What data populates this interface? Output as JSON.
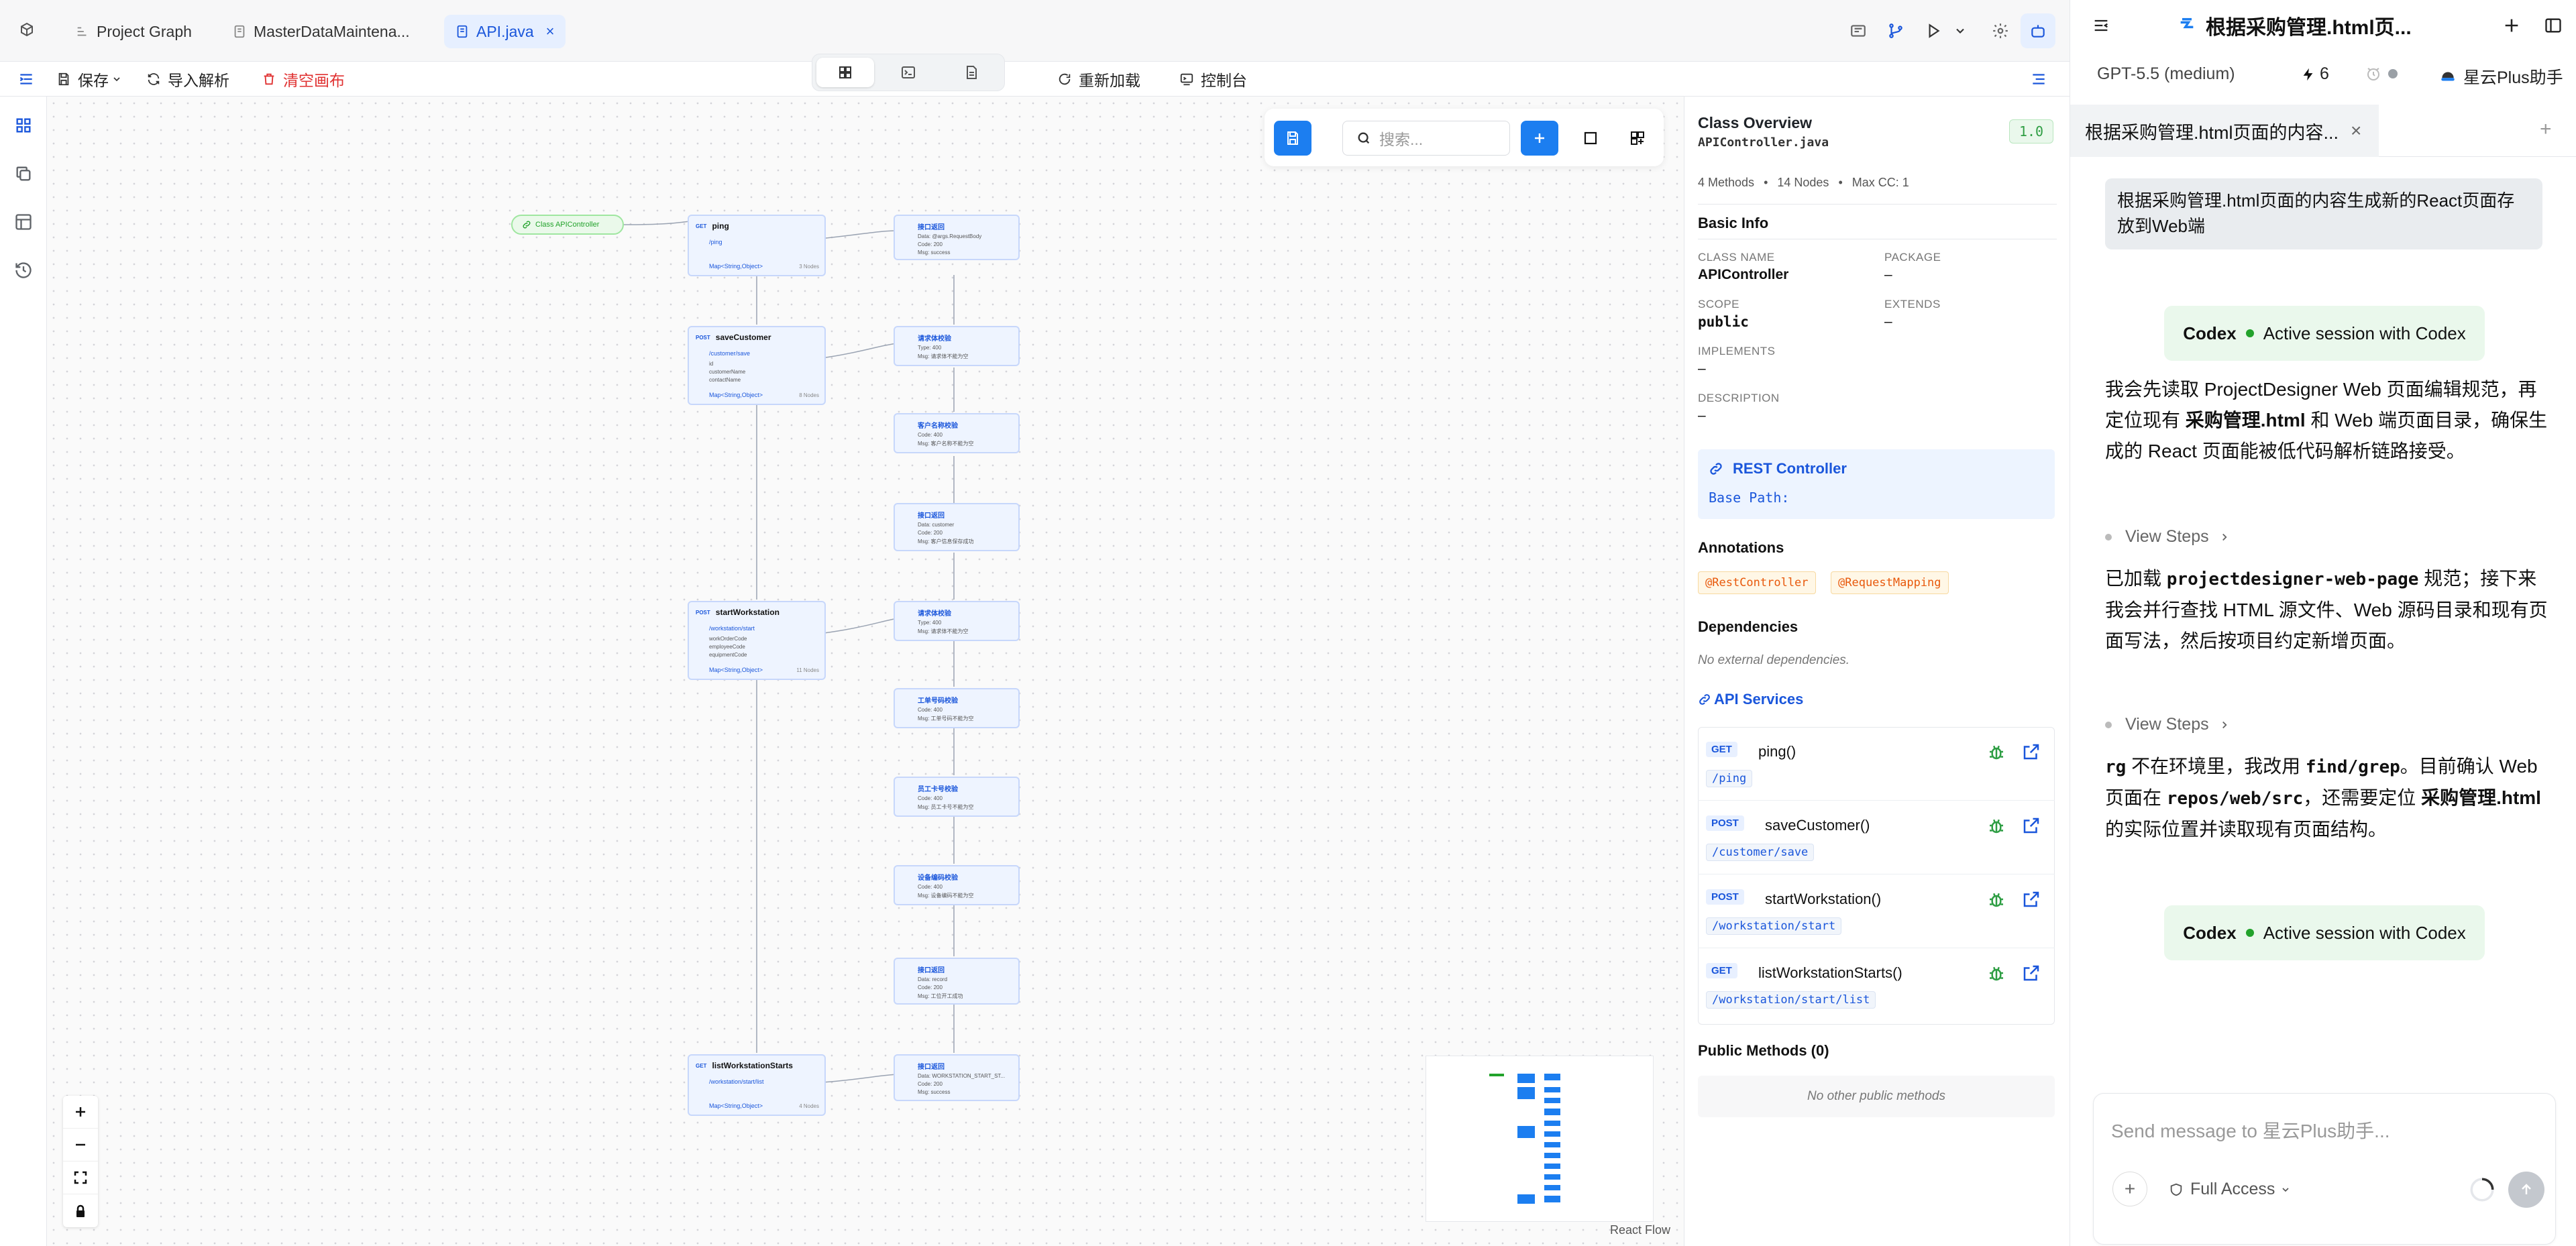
{
  "tabs": [
    {
      "label": "Project Graph",
      "icon": "graph-icon"
    },
    {
      "label": "MasterDataMaintena...",
      "icon": "file-icon"
    },
    {
      "label": "API.java",
      "icon": "file-icon",
      "active": true
    }
  ],
  "toolbar": {
    "save_label": "保存",
    "import_label": "导入解析",
    "clear_label": "清空画布",
    "reload_label": "重新加载",
    "console_label": "控制台"
  },
  "canvas": {
    "class_node": "Class APIController",
    "search_placeholder": "搜索...",
    "react_flow_label": "React Flow",
    "method_nodes": [
      {
        "method": "GET",
        "name": "ping",
        "path": "/ping",
        "ret": "Map<String,Object>",
        "count": "3 Nodes"
      },
      {
        "method": "POST",
        "name": "saveCustomer",
        "path": "/customer/save",
        "ret": "Map<String,Object>",
        "count": "8 Nodes",
        "params": [
          "id",
          "customerName",
          "contactName"
        ]
      },
      {
        "method": "POST",
        "name": "startWorkstation",
        "path": "/workstation/start",
        "ret": "Map<String,Object>",
        "count": "11 Nodes",
        "params": [
          "workOrderCode",
          "employeeCode",
          "equipmentCode"
        ]
      },
      {
        "method": "GET",
        "name": "listWorkstationStarts",
        "path": "/workstation/start/list",
        "ret": "Map<String,Object>",
        "count": "4 Nodes"
      }
    ],
    "result_nodes": [
      {
        "title": "接口返回",
        "lines": [
          "Data: @args.RequestBody",
          "Code: 200",
          "Msg: success"
        ]
      },
      {
        "title": "请求体校验",
        "lines": [
          "Type: 400",
          "Msg: 请求体不能为空"
        ]
      },
      {
        "title": "客户名称校验",
        "lines": [
          "Code: 400",
          "Msg: 客户名称不能为空"
        ]
      },
      {
        "title": "接口返回",
        "lines": [
          "Data: customer",
          "Code: 200",
          "Msg: 客户信息保存成功"
        ]
      },
      {
        "title": "请求体校验",
        "lines": [
          "Type: 400",
          "Msg: 请求体不能为空"
        ]
      },
      {
        "title": "工单号码校验",
        "lines": [
          "Code: 400",
          "Msg: 工单号码不能为空"
        ]
      },
      {
        "title": "员工卡号校验",
        "lines": [
          "Code: 400",
          "Msg: 员工卡号不能为空"
        ]
      },
      {
        "title": "设备编码校验",
        "lines": [
          "Code: 400",
          "Msg: 设备编码不能为空"
        ]
      },
      {
        "title": "接口返回",
        "lines": [
          "Data: record",
          "Code: 200",
          "Msg: 工位开工成功"
        ]
      },
      {
        "title": "接口返回",
        "lines": [
          "Data: WORKSTATION_START_ST...",
          "Code: 200",
          "Msg: success"
        ]
      }
    ]
  },
  "overview": {
    "title": "Class Overview",
    "file": "APIController.java",
    "version": "1.0",
    "stats": [
      "4 Methods",
      "14 Nodes",
      "Max CC: 1"
    ],
    "basic_info_title": "Basic Info",
    "class_name_label": "CLASS NAME",
    "class_name": "APIController",
    "package_label": "PACKAGE",
    "package": "–",
    "scope_label": "SCOPE",
    "scope": "public",
    "extends_label": "EXTENDS",
    "extends": "–",
    "implements_label": "IMPLEMENTS",
    "implements": "–",
    "description_label": "DESCRIPTION",
    "description": "–",
    "rest_title": "REST Controller",
    "rest_base": "Base Path:",
    "annotations_title": "Annotations",
    "annotations": [
      "@RestController",
      "@RequestMapping"
    ],
    "dependencies_title": "Dependencies",
    "no_deps": "No external dependencies.",
    "api_services_title": "API Services",
    "services": [
      {
        "method": "GET",
        "name": "ping()",
        "path": "/ping"
      },
      {
        "method": "POST",
        "name": "saveCustomer()",
        "path": "/customer/save"
      },
      {
        "method": "POST",
        "name": "startWorkstation()",
        "path": "/workstation/start"
      },
      {
        "method": "GET",
        "name": "listWorkstationStarts()",
        "path": "/workstation/start/list"
      }
    ],
    "public_methods_title": "Public Methods (0)",
    "no_public": "No other public methods"
  },
  "chat": {
    "title": "根据采购管理.html页...",
    "model": "GPT-5.5 (medium)",
    "bolt_count": "6",
    "assistant_name": "星云Plus助手",
    "thread_tab": "根据采购管理.html页面的内容...",
    "user_message": "根据采购管理.html页面的内容生成新的React页面存放到Web端",
    "codex_label": "Codex",
    "session_label": "Active session with Codex",
    "view_steps": "View Steps",
    "input_placeholder": "Send message to 星云Plus助手...",
    "access_label": "Full Access"
  }
}
